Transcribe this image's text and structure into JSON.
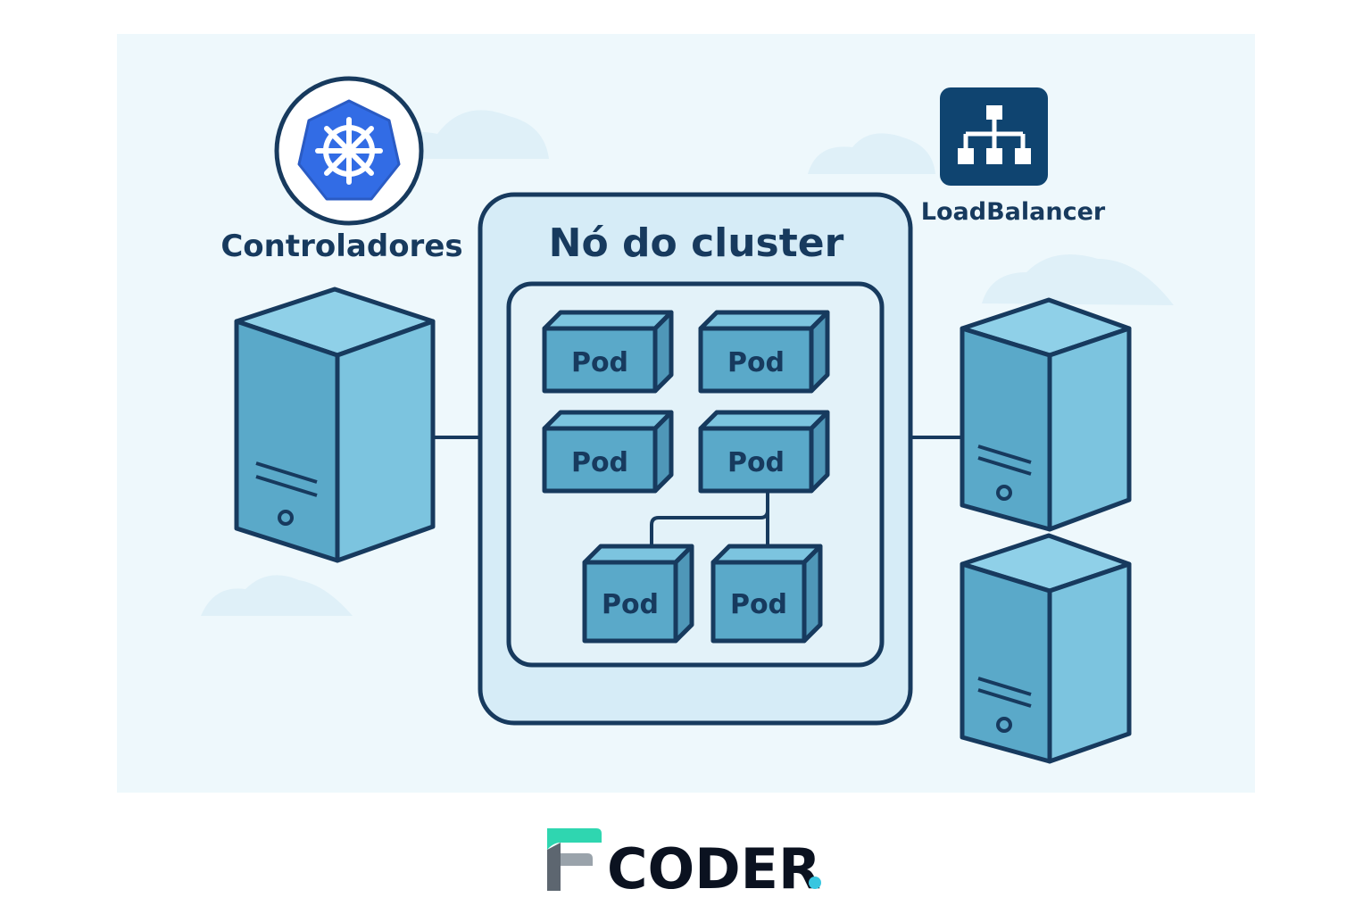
{
  "controllers": {
    "label": "Controladores",
    "icon": "kubernetes-helm-icon"
  },
  "load_balancer": {
    "label": "LoadBalancer",
    "icon": "network-hierarchy-icon"
  },
  "cluster_node": {
    "title": "Nó do cluster",
    "pods": [
      {
        "label": "Pod"
      },
      {
        "label": "Pod"
      },
      {
        "label": "Pod"
      },
      {
        "label": "Pod"
      },
      {
        "label": "Pod"
      },
      {
        "label": "Pod"
      }
    ]
  },
  "brand": {
    "name": "CODER",
    "dot": ".",
    "logo_icon": "coder-f-logo-icon"
  },
  "colors": {
    "panel_bg": "#eef8fc",
    "outline": "#173a5e",
    "server_front": "#5aa9c9",
    "server_side": "#7cc4df",
    "server_top": "#8fd0e8",
    "kubernetes_blue": "#326ce5",
    "lb_navy": "#0f4470",
    "brand_mint": "#2fd6b0",
    "brand_cyan": "#38c6e0"
  }
}
